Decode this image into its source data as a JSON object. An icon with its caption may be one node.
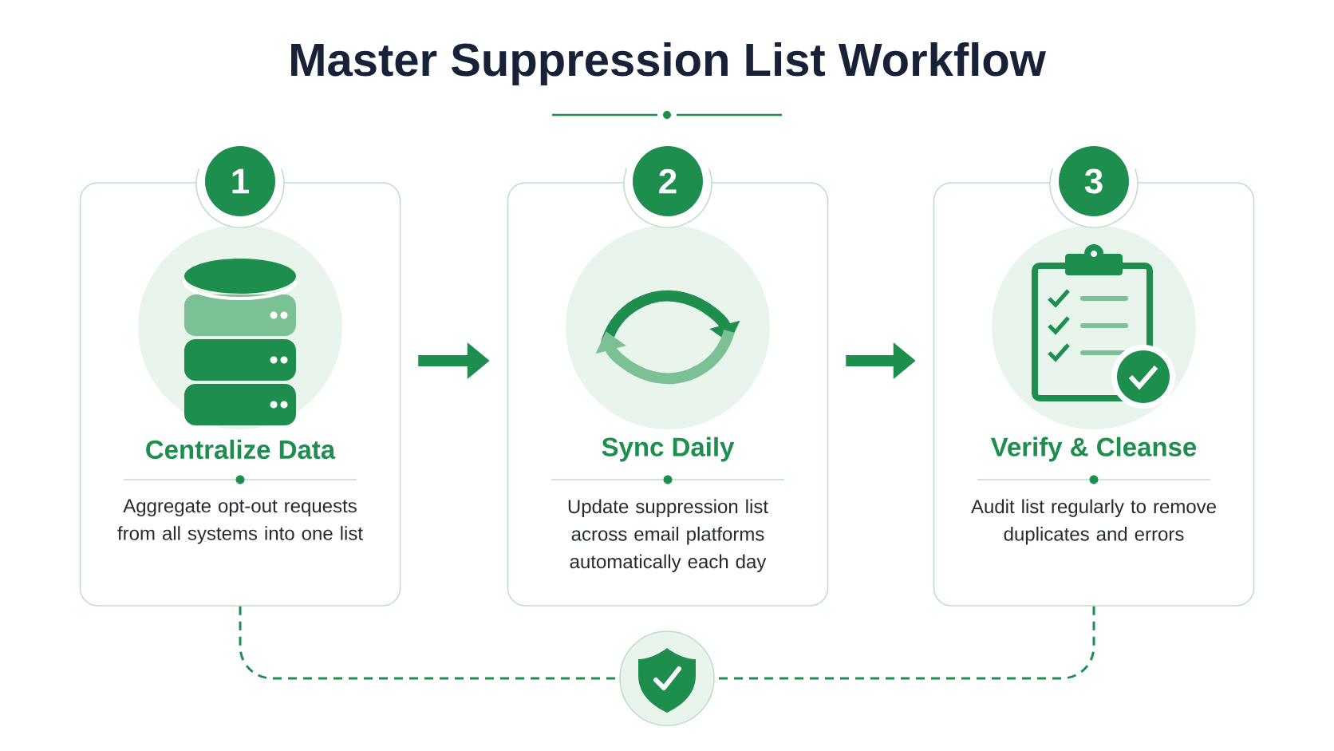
{
  "diagram": {
    "title": "Master Suppression List Workflow",
    "nodes": [
      {
        "text": [
          "Centralize Data",
          "Aggregate opt-out requests from all systems into one list"
        ]
      },
      {
        "text": [
          "Sync Daily",
          "Update suppression list across email platforms automatically each day"
        ]
      },
      {
        "text": [
          "Verify & Cleanse",
          "Audit list regularly to remove duplicates and errors"
        ]
      },
      {
        "text": [
          "1"
        ]
      },
      {
        "text": [
          "2"
        ]
      },
      {
        "text": [
          "3"
        ]
      },
      {
        "text": [],
        "shape": "circle"
      }
    ],
    "edges": [
      {
        "from": 0,
        "to": 1,
        "arrow": "to",
        "style": "thick"
      },
      {
        "from": 1,
        "to": 2,
        "arrow": "to",
        "style": "thick"
      },
      {
        "from": 0,
        "to": 6,
        "arrow": "none",
        "style": "dashed"
      },
      {
        "from": 2,
        "to": 6,
        "arrow": "none",
        "style": "dashed"
      }
    ]
  }
}
